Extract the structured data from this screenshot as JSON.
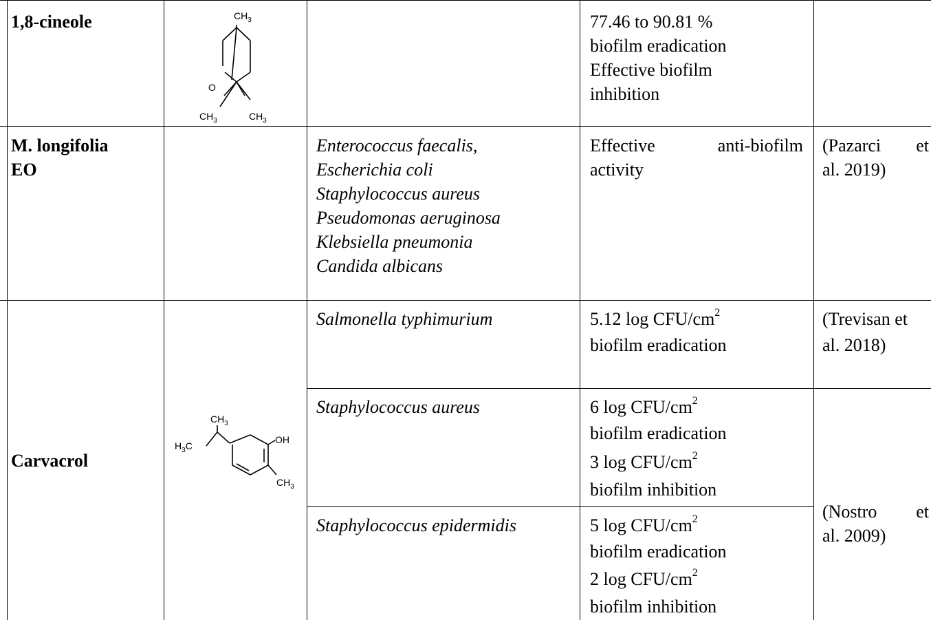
{
  "rows": {
    "cineole": {
      "compound": "1,8-cineole",
      "activity": [
        "77.46 to 90.81 %",
        "biofilm eradication",
        "Effective biofilm",
        "inhibition"
      ],
      "structure_labels": {
        "top": "CH3",
        "o": "O",
        "bl": "CH3",
        "br": "CH3"
      }
    },
    "longifolia": {
      "compound_line1": "M. longifolia",
      "compound_line2": "EO",
      "organisms": [
        "Enterococcus faecalis,",
        "Escherichia coli",
        "Staphylococcus aureus",
        "Pseudomonas aeruginosa",
        "Klebsiella pneumonia",
        "Candida albicans"
      ],
      "activity_line1_a": "Effective",
      "activity_line1_b": "anti-biofilm",
      "activity_line2": "activity",
      "ref_line1_a": "(Pazarci",
      "ref_line1_b": "et",
      "ref_line2": "al. 2019)"
    },
    "carvacrol": {
      "compound": "Carvacrol",
      "structure_labels": {
        "ch3top": "CH3",
        "h3c": "H3C",
        "oh": "OH",
        "ch3right": "CH3"
      },
      "sub1": {
        "organism": "Salmonella typhimurium",
        "activity_val": "5.12 log CFU/cm",
        "activity_sup": "2",
        "activity_line2": "biofilm eradication",
        "ref_line1": "(Trevisan et",
        "ref_line2": "al. 2018)"
      },
      "sub2": {
        "organism": "Staphylococcus aureus",
        "a1": "6 log CFU/cm",
        "a1sup": "2",
        "a2": "biofilm eradication",
        "a3": "3 log CFU/cm",
        "a3sup": "2",
        "a4": "biofilm inhibition"
      },
      "sub3": {
        "organism": "Staphylococcus epidermidis",
        "a1": "5 log CFU/cm",
        "a1sup": "2",
        "a2": "biofilm eradication",
        "a3": "2 log CFU/cm",
        "a3sup": "2",
        "a4": "biofilm inhibition"
      },
      "ref_nostro_a": "(Nostro",
      "ref_nostro_b": "et",
      "ref_nostro_line2": "al. 2009)"
    }
  }
}
